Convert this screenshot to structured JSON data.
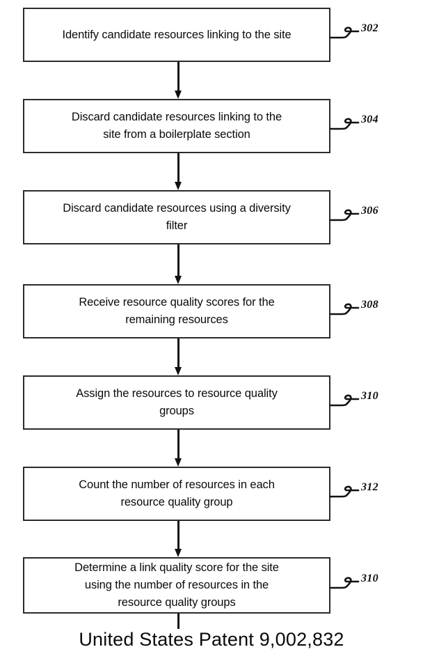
{
  "figure": {
    "caption": "United States Patent 9,002,832",
    "steps": [
      {
        "ref": "302",
        "text": "Identify candidate resources linking to the site"
      },
      {
        "ref": "304",
        "text": "Discard candidate resources linking to the\nsite from a boilerplate section"
      },
      {
        "ref": "306",
        "text": "Discard candidate resources using a diversity\nfilter"
      },
      {
        "ref": "308",
        "text": "Receive resource quality scores for the\nremaining resources"
      },
      {
        "ref": "310",
        "text": "Assign the resources to resource quality\ngroups"
      },
      {
        "ref": "312",
        "text": "Count the number of resources in each\nresource quality group"
      },
      {
        "ref": "310",
        "text": "Determine a link quality score for the site\nusing the number of resources in the\nresource quality groups"
      }
    ],
    "colors": {
      "stroke": "#2b2b2b",
      "arrow": "#111111",
      "text": "#0a0a0a",
      "background": "#ffffff"
    }
  }
}
